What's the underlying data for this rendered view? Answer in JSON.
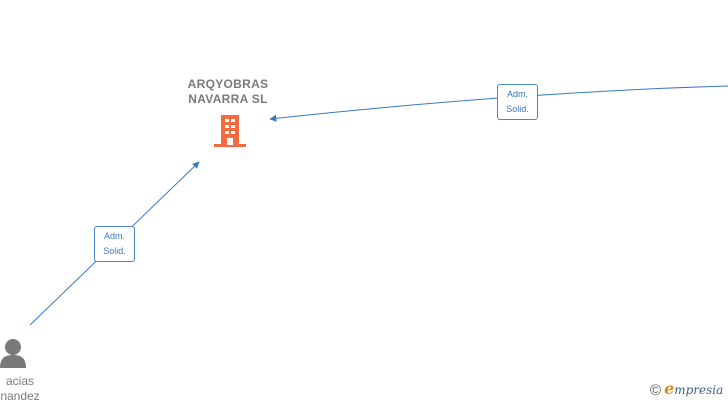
{
  "company": {
    "name_line1": "ARQYOBRAS",
    "name_line2": "NAVARRA SL",
    "icon": "building-icon",
    "color": "#f26a3d"
  },
  "person": {
    "name_line1": "acias",
    "name_line2": "nandez",
    "icon": "person-icon",
    "color": "#7a7a7a"
  },
  "edges": [
    {
      "from": "person",
      "to": "company",
      "label_line1": "Adm.",
      "label_line2": "Solid."
    },
    {
      "from": "offscreen-right",
      "to": "company",
      "label_line1": "Adm.",
      "label_line2": "Solid."
    }
  ],
  "edge_color": "#3a78c3",
  "brand": {
    "copyright": "©",
    "initial": "e",
    "rest": "mpresia"
  }
}
